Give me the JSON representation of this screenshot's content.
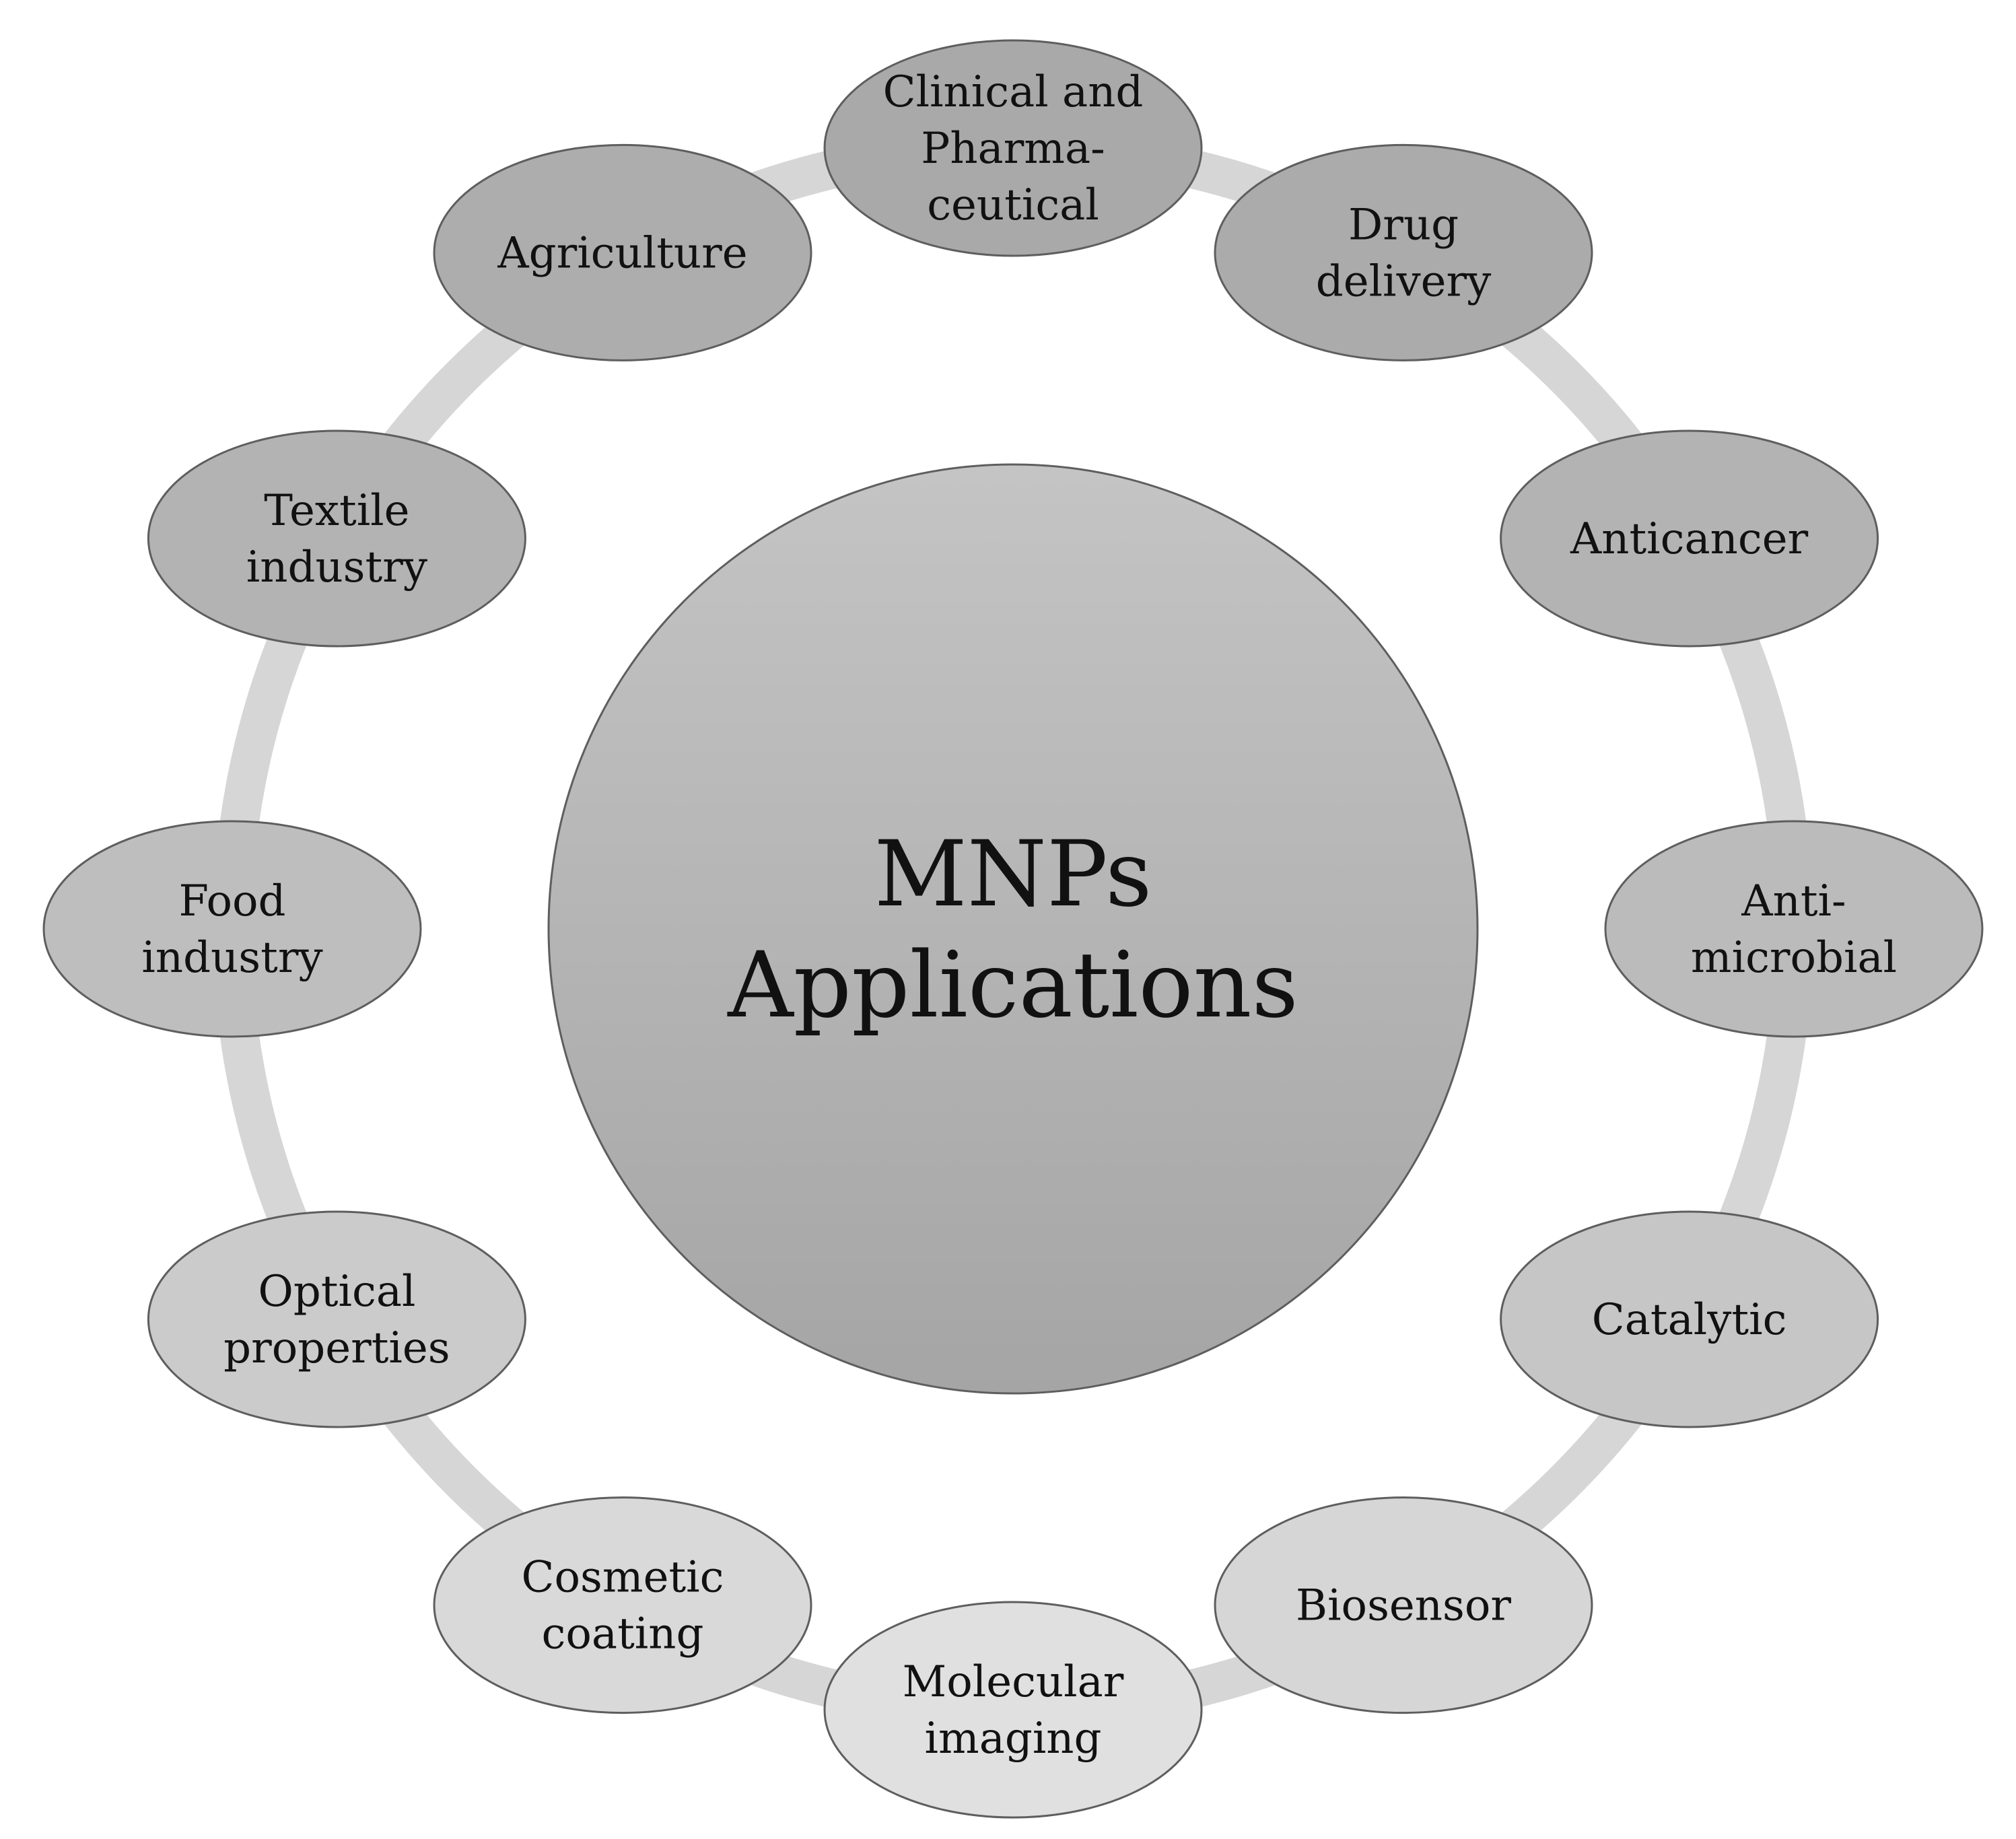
{
  "diagram": {
    "center": {
      "lines": [
        "MNPs",
        "Applications"
      ]
    },
    "nodes": [
      {
        "id": "clinical-and-pharmaceutical",
        "lines": [
          "Clinical and",
          "Pharma-",
          "ceutical"
        ],
        "shade": "#a9a9a9"
      },
      {
        "id": "drug-delivery",
        "lines": [
          "Drug",
          "delivery"
        ],
        "shade": "#ababab"
      },
      {
        "id": "anticancer",
        "lines": [
          "Anticancer"
        ],
        "shade": "#b3b3b3"
      },
      {
        "id": "antimicrobial",
        "lines": [
          "Anti-",
          "microbial"
        ],
        "shade": "#bbbbbb"
      },
      {
        "id": "catalytic",
        "lines": [
          "Catalytic"
        ],
        "shade": "#c6c6c6"
      },
      {
        "id": "biosensor",
        "lines": [
          "Biosensor"
        ],
        "shade": "#d6d6d6"
      },
      {
        "id": "molecular-imaging",
        "lines": [
          "Molecular",
          "imaging"
        ],
        "shade": "#e0e0e0"
      },
      {
        "id": "cosmetic-coating",
        "lines": [
          "Cosmetic",
          "coating"
        ],
        "shade": "#d9d9d9"
      },
      {
        "id": "optical-properties",
        "lines": [
          "Optical",
          "properties"
        ],
        "shade": "#cbcbcb"
      },
      {
        "id": "food-industry",
        "lines": [
          "Food",
          "industry"
        ],
        "shade": "#bebebe"
      },
      {
        "id": "textile-industry",
        "lines": [
          "Textile",
          "industry"
        ],
        "shade": "#b3b3b3"
      },
      {
        "id": "agriculture",
        "lines": [
          "Agriculture"
        ],
        "shade": "#adadad"
      }
    ],
    "colors": {
      "center_fill_top": "#c4c4c4",
      "center_fill_bottom": "#a5a5a5",
      "ring": "#d6d6d6",
      "outline": "#5e5e5e",
      "text": "#111111"
    }
  }
}
